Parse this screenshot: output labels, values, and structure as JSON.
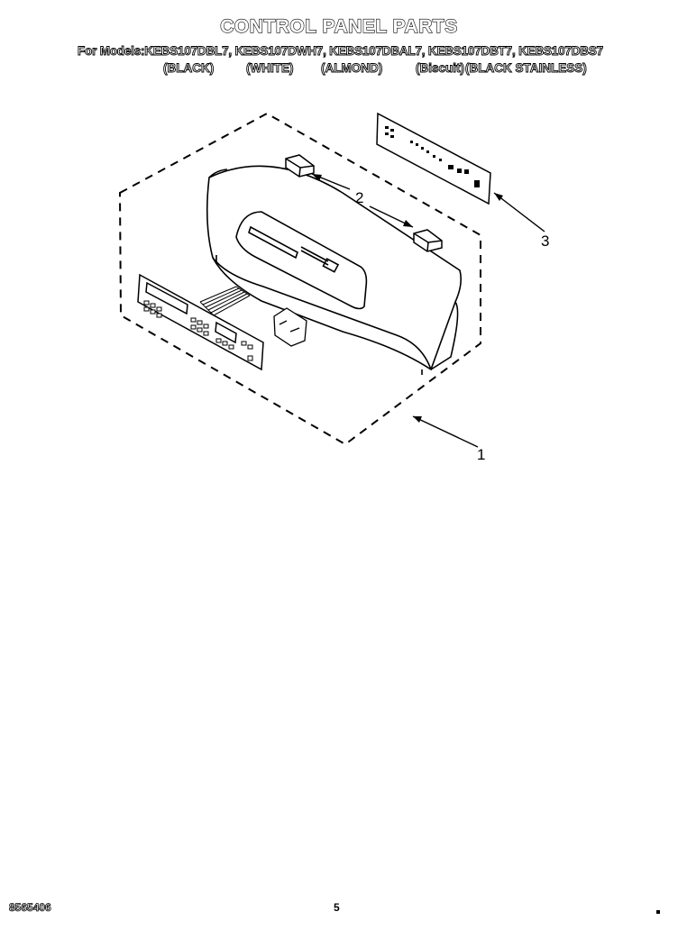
{
  "header": {
    "title": "CONTROL PANEL PARTS",
    "models_line": "For Models:KEBS107DBL7, KEBS107DWH7, KEBS107DBAL7, KEBS107DBT7, KEBS107DBS7",
    "colors": [
      "(BLACK)",
      "(WHITE)",
      "(ALMOND)",
      "(Biscuit)",
      "(BLACK STAINLESS)"
    ]
  },
  "callouts": [
    "1",
    "2",
    "3"
  ],
  "footer": {
    "doc_number": "8565406",
    "page_number": "5"
  }
}
